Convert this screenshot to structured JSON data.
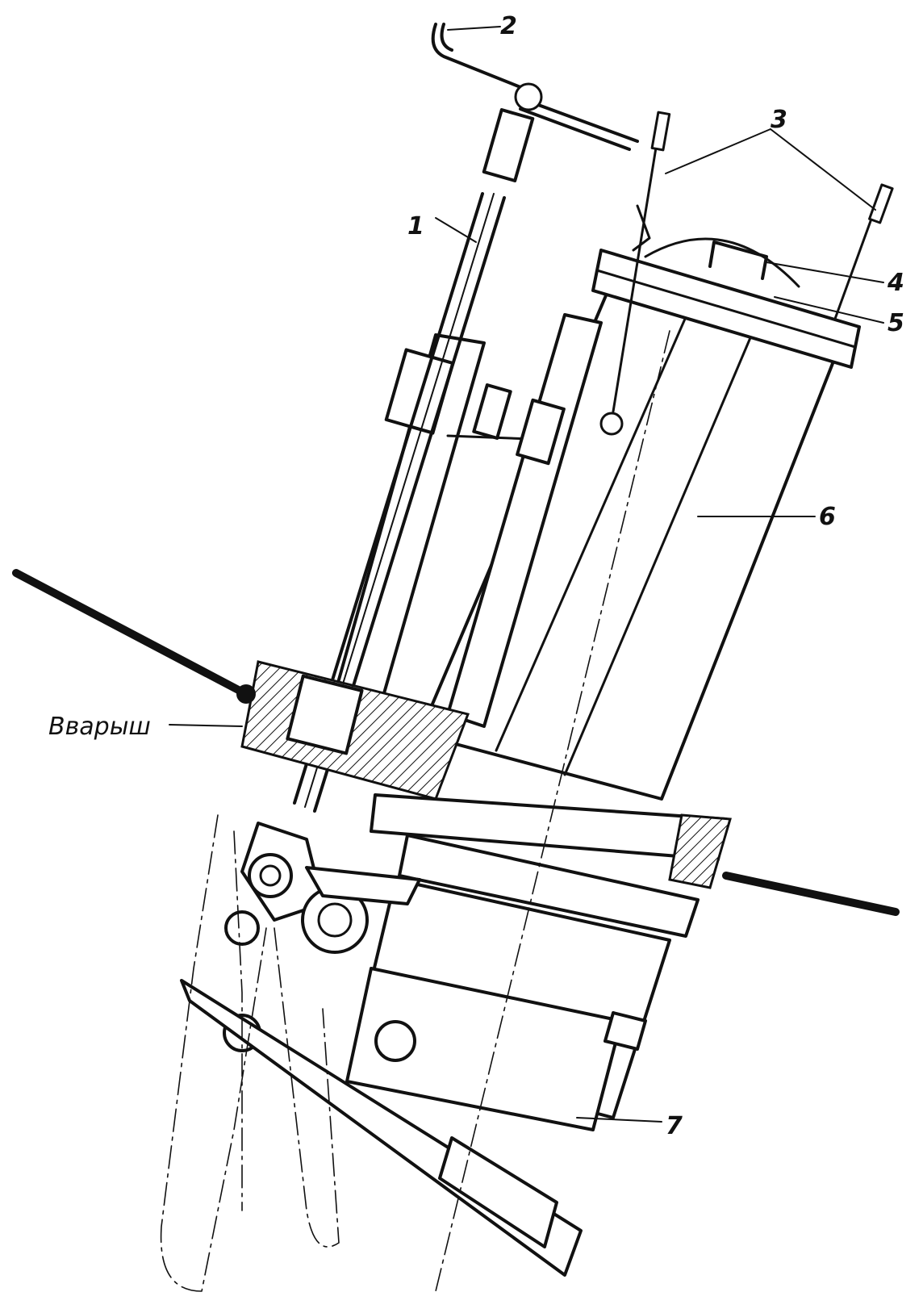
{
  "figure": {
    "callouts": {
      "c1": "1",
      "c2": "2",
      "c3": "3",
      "c4": "4",
      "c5": "5",
      "c6": "6",
      "c7": "7"
    },
    "weld_label": "Вварыш"
  }
}
